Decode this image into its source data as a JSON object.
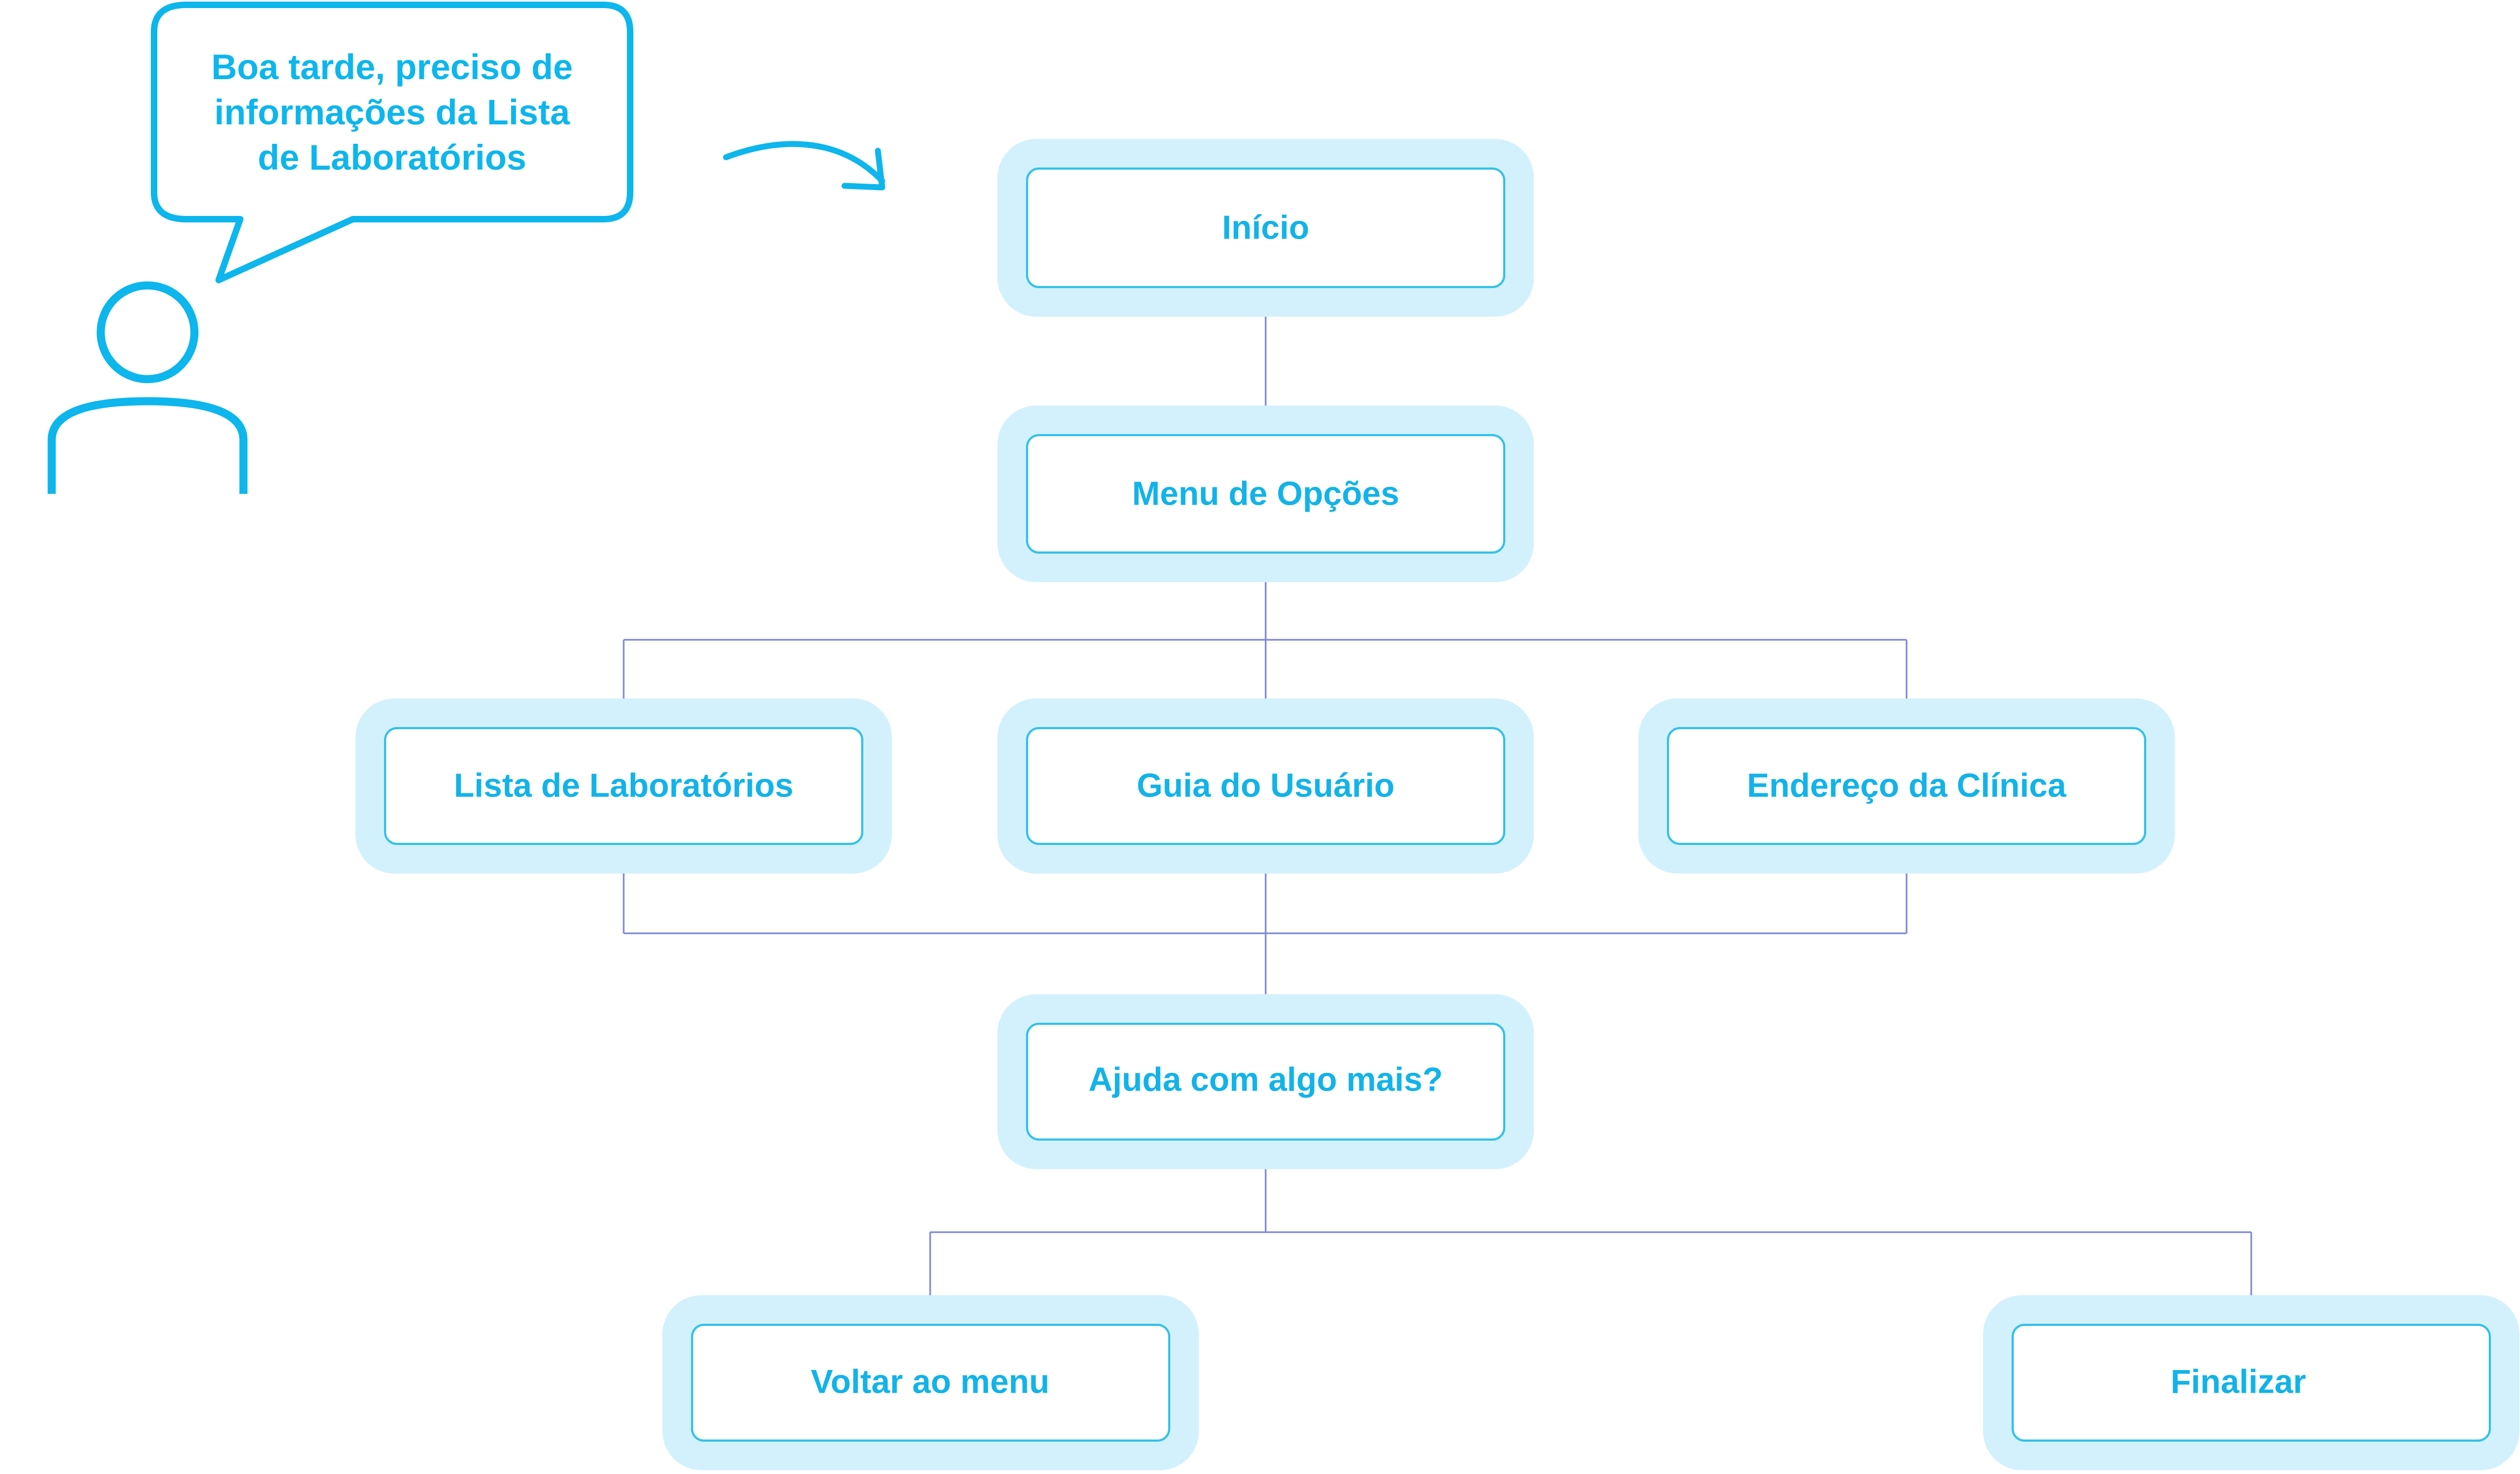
{
  "speech_bubble": {
    "lines": [
      "Boa tarde, preciso de",
      "informações da Lista",
      "de Laboratórios"
    ]
  },
  "nodes": {
    "inicio": "Início",
    "menu": "Menu de Opções",
    "lista": "Lista de Laboratórios",
    "guia": "Guia do Usuário",
    "endereco": "Endereço da Clínica",
    "ajuda": "Ajuda com algo mais?",
    "voltar": "Voltar ao menu",
    "finalizar": "Finalizar"
  },
  "icons": {
    "user": "user-icon",
    "arrow": "curved-arrow-icon"
  },
  "colors": {
    "text": "#12b3e8",
    "box_fill": "#d3f1fc",
    "box_border": "#33c1ea",
    "connector": "#7b86d6",
    "accent": "#0db6ec"
  }
}
